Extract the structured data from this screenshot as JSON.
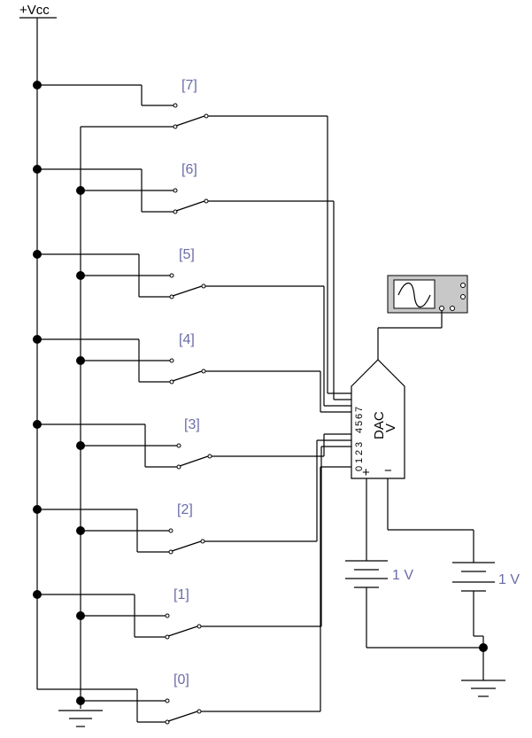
{
  "supply": {
    "label": "+Vcc"
  },
  "switches": [
    {
      "id": "7",
      "label": "[7]"
    },
    {
      "id": "6",
      "label": "[6]"
    },
    {
      "id": "5",
      "label": "[5]"
    },
    {
      "id": "4",
      "label": "[4]"
    },
    {
      "id": "3",
      "label": "[3]"
    },
    {
      "id": "2",
      "label": "[2]"
    },
    {
      "id": "1",
      "label": "[1]"
    },
    {
      "id": "0",
      "label": "[0]"
    }
  ],
  "dac": {
    "label": "DAC",
    "mode": "V",
    "pins": [
      "0",
      "1",
      "2",
      "3",
      "4",
      "5",
      "6",
      "7"
    ],
    "plus": "+",
    "minus": "−"
  },
  "batteries": [
    {
      "id": "ref-plus",
      "label": "1 V"
    },
    {
      "id": "ref-minus",
      "label": "1 V"
    }
  ],
  "oscilloscope": {
    "icon": "sine-wave-icon"
  }
}
